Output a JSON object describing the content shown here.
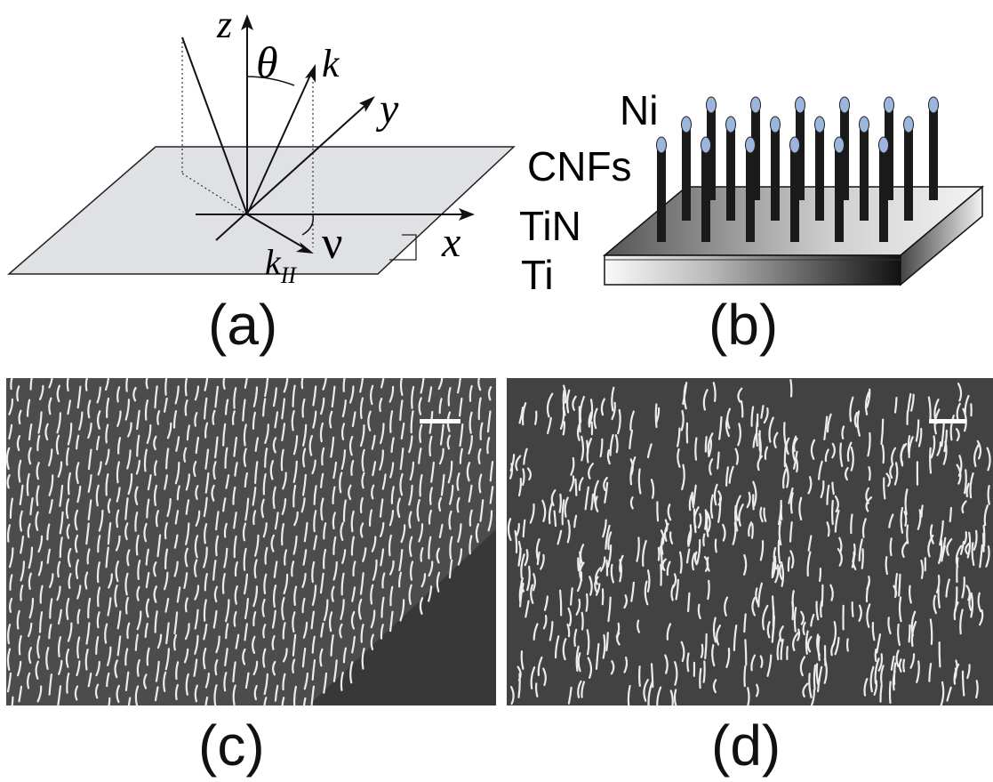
{
  "panel_a": {
    "label": "(a)",
    "axis_z": "z",
    "axis_y": "y",
    "axis_x": "x",
    "wave_vector": "k",
    "angle_theta": "θ",
    "angle_nu": "ν",
    "k_parallel": "k",
    "k_parallel_sub": "II"
  },
  "panel_b": {
    "label": "(b)",
    "layer_ni": "Ni",
    "layer_cnfs": "CNFs",
    "layer_tin": "TiN",
    "layer_ti": "Ti"
  },
  "panel_c": {
    "label": "(c)"
  },
  "panel_d": {
    "label": "(d)"
  },
  "colors": {
    "substrate_plane": "#e0e1e4",
    "sem_background": "#3e3e3e",
    "fiber": "#e8e8e8",
    "ni_tip": "#9ab6dc",
    "cnf_body": "#1a1a1a"
  }
}
